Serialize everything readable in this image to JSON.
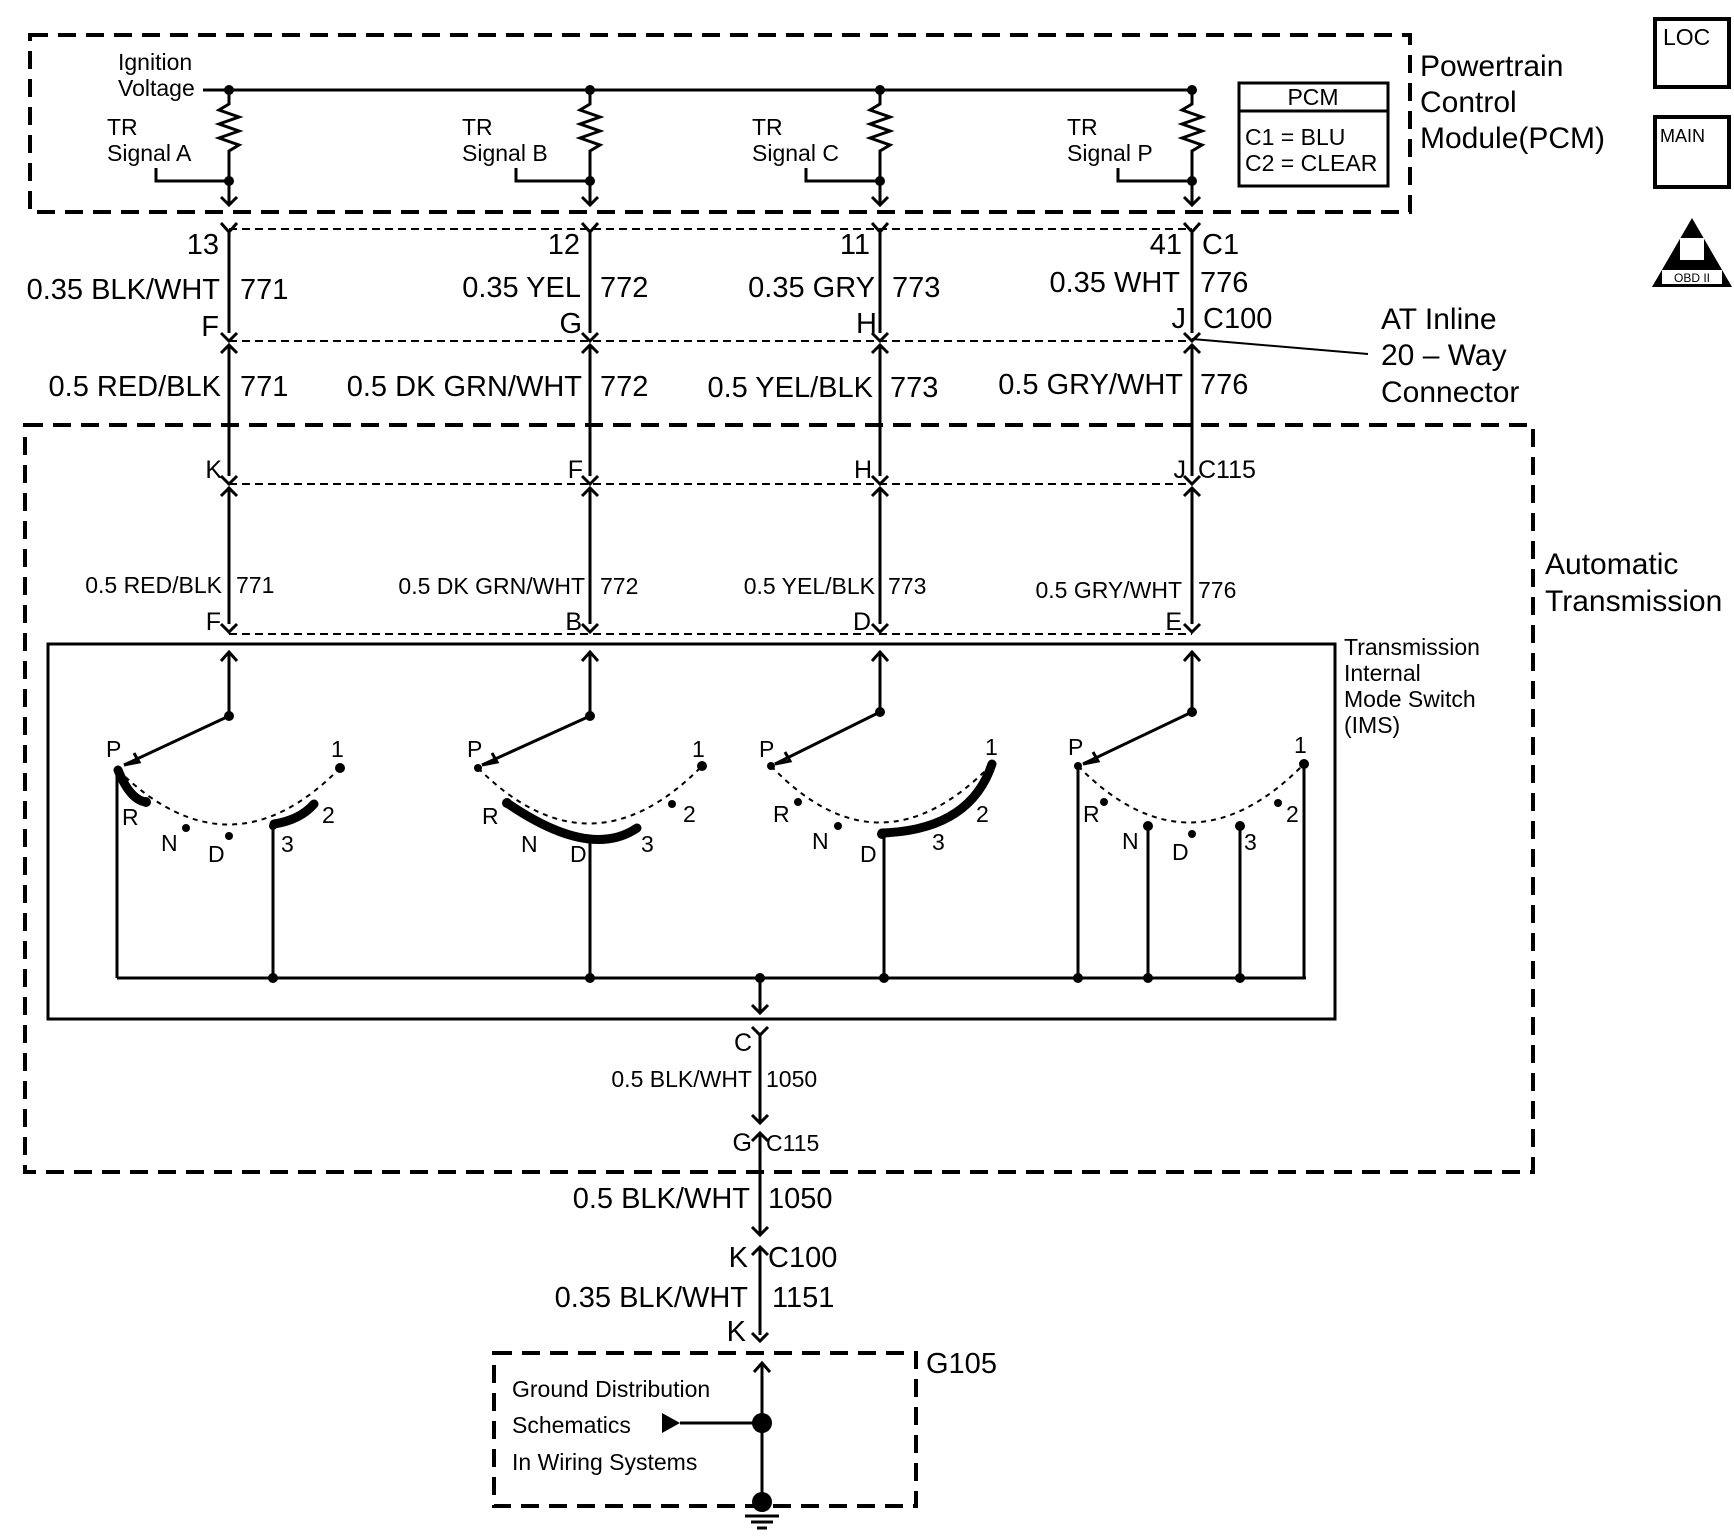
{
  "pcm": {
    "title_lines": [
      "Powertrain",
      "Control",
      "Module(PCM)"
    ],
    "ignition_lines": [
      "Ignition",
      "Voltage"
    ],
    "key_title": "PCM",
    "key_c1": "C1 = BLU",
    "key_c2": "C2 = CLEAR",
    "signals": [
      {
        "tr": "TR",
        "label": "Signal A"
      },
      {
        "tr": "TR",
        "label": "Signal B"
      },
      {
        "tr": "TR",
        "label": "Signal C"
      },
      {
        "tr": "TR",
        "label": "Signal P"
      }
    ]
  },
  "icons": {
    "loc": "LOC",
    "main": "MAIN",
    "obd": "OBD II"
  },
  "c1": {
    "label": "C1",
    "pins": [
      "13",
      "12",
      "11",
      "41"
    ],
    "wires": [
      {
        "gauge": "0.35 BLK/WHT",
        "circuit": "771"
      },
      {
        "gauge": "0.35 YEL",
        "circuit": "772"
      },
      {
        "gauge": "0.35 GRY",
        "circuit": "773"
      },
      {
        "gauge": "0.35 WHT",
        "circuit": "776"
      }
    ]
  },
  "c100": {
    "label": "C100",
    "pins": [
      "F",
      "G",
      "H",
      "J"
    ],
    "callout": [
      "AT Inline",
      "20 – Way",
      "Connector"
    ]
  },
  "c100_wires": [
    {
      "gauge": "0.5 RED/BLK",
      "circuit": "771"
    },
    {
      "gauge": "0.5 DK GRN/WHT",
      "circuit": "772"
    },
    {
      "gauge": "0.5 YEL/BLK",
      "circuit": "773"
    },
    {
      "gauge": "0.5 GRY/WHT",
      "circuit": "776"
    }
  ],
  "at": {
    "title_lines": [
      "Automatic",
      "Transmission"
    ]
  },
  "c115": {
    "label": "C115",
    "pins": [
      "K",
      "F",
      "H",
      "J"
    ]
  },
  "inner_wires": [
    {
      "gauge": "0.5 RED/BLK",
      "circuit": "771"
    },
    {
      "gauge": "0.5 DK GRN/WHT",
      "circuit": "772"
    },
    {
      "gauge": "0.5 YEL/BLK",
      "circuit": "773"
    },
    {
      "gauge": "0.5 GRY/WHT",
      "circuit": "776"
    }
  ],
  "ims": {
    "pins": [
      "F",
      "B",
      "D",
      "E"
    ],
    "title_lines": [
      "Transmission",
      "Internal",
      "Mode Switch",
      "(IMS)"
    ],
    "positions": [
      "P",
      "R",
      "N",
      "D",
      "3",
      "2",
      "1"
    ]
  },
  "ground": {
    "ims_pin": "C",
    "ims_wire": {
      "gauge": "0.5 BLK/WHT",
      "circuit": "1050"
    },
    "c115_pin": "G",
    "c115_label": "C115",
    "wire1": {
      "gauge": "0.5 BLK/WHT",
      "circuit": "1050"
    },
    "c100_pin": "K",
    "c100_label": "C100",
    "wire2": {
      "gauge": "0.35 BLK/WHT",
      "circuit": "1151"
    },
    "g_pin": "K",
    "g_label": "G105",
    "ref_lines": [
      "Ground Distribution",
      "Schematics",
      "In Wiring Systems"
    ]
  }
}
